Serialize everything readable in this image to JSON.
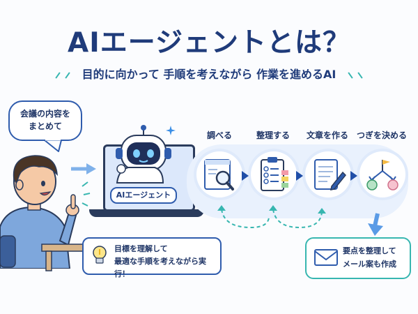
{
  "header": {
    "title": "AIエージェントとは？",
    "subtitle": "目的に向かって 手順を考えながら 作業を進めるAI"
  },
  "speech_bubble": {
    "line1": "会議の内容を",
    "line2": "まとめて"
  },
  "agent": {
    "label": "AIエージェント"
  },
  "steps": [
    {
      "label": "調べる",
      "icon": "search-document-icon"
    },
    {
      "label": "整理する",
      "icon": "clipboard-checklist-icon"
    },
    {
      "label": "文章を作る",
      "icon": "document-pencil-icon"
    },
    {
      "label": "つぎを決める",
      "icon": "decision-tree-icon"
    }
  ],
  "tip": {
    "line1": "目標を理解して",
    "line2": "最適な手順を考えながら実行！"
  },
  "result": {
    "line1": "要点を整理して",
    "line2": "メール案も作成"
  },
  "colors": {
    "primary": "#1f3b7a",
    "accent_teal": "#37b6b0",
    "flow_bg": "#e9f1fd"
  }
}
